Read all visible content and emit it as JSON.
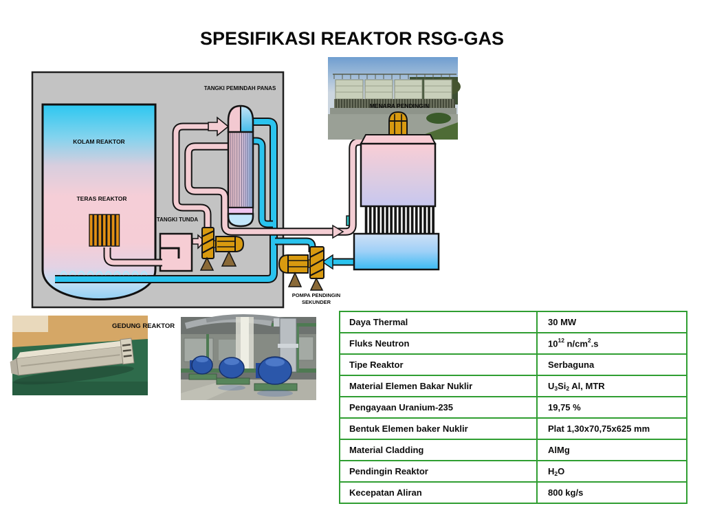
{
  "slide": {
    "title": "SPESIFIKASI REAKTOR RSG-GAS"
  },
  "diagram": {
    "labels": {
      "heat_transfer_tank": "TANGKI PEMINDAH PANAS",
      "reactor_pool": "KOLAM REAKTOR",
      "reactor_core": "TERAS REAKTOR",
      "delay_tank": "TANGKI TUNDA",
      "cooling_tower": "MENARA PENDINGIN",
      "secondary_pump_line1": "POMPA PENDINGIN",
      "secondary_pump_line2": "SEKUNDER",
      "reactor_building": "GEDUNG REAKTOR"
    },
    "colors": {
      "panel_gray": "#c3c3c3",
      "hot_pipe_pink": "#f4cdd3",
      "cold_pipe_cyan": "#2ac3ee",
      "pump_gold": "#d89a10",
      "core_orange": "#e39114",
      "table_border_green": "#2f9e31"
    }
  },
  "spec_table": {
    "border_color": "#2f9e31",
    "rows": [
      {
        "label": "Daya Thermal",
        "value": [
          {
            "t": "30 MW"
          }
        ]
      },
      {
        "label": "Fluks Neutron",
        "value": [
          {
            "t": "10"
          },
          {
            "sup": "12"
          },
          {
            "t": " n/cm"
          },
          {
            "sup": "2"
          },
          {
            "t": ".s"
          }
        ]
      },
      {
        "label": "Tipe Reaktor",
        "value": [
          {
            "t": "Serbaguna"
          }
        ]
      },
      {
        "label": "Material Elemen Bakar Nuklir",
        "value": [
          {
            "t": "U"
          },
          {
            "sub": "3"
          },
          {
            "t": "Si"
          },
          {
            "sub": "2"
          },
          {
            "t": " Al, MTR"
          }
        ]
      },
      {
        "label": "Pengayaan Uranium-235",
        "value": [
          {
            "t": "19,75 %"
          }
        ]
      },
      {
        "label": "Bentuk Elemen baker Nuklir",
        "value": [
          {
            "t": "Plat 1,30x70,75x625 mm"
          }
        ]
      },
      {
        "label": "Material Cladding",
        "value": [
          {
            "t": "AlMg"
          }
        ]
      },
      {
        "label": "Pendingin Reaktor",
        "value": [
          {
            "t": "H"
          },
          {
            "sub": "2"
          },
          {
            "t": "O"
          }
        ]
      },
      {
        "label": "Kecepatan Aliran",
        "value": [
          {
            "t": "800 kg/s"
          }
        ]
      }
    ]
  }
}
